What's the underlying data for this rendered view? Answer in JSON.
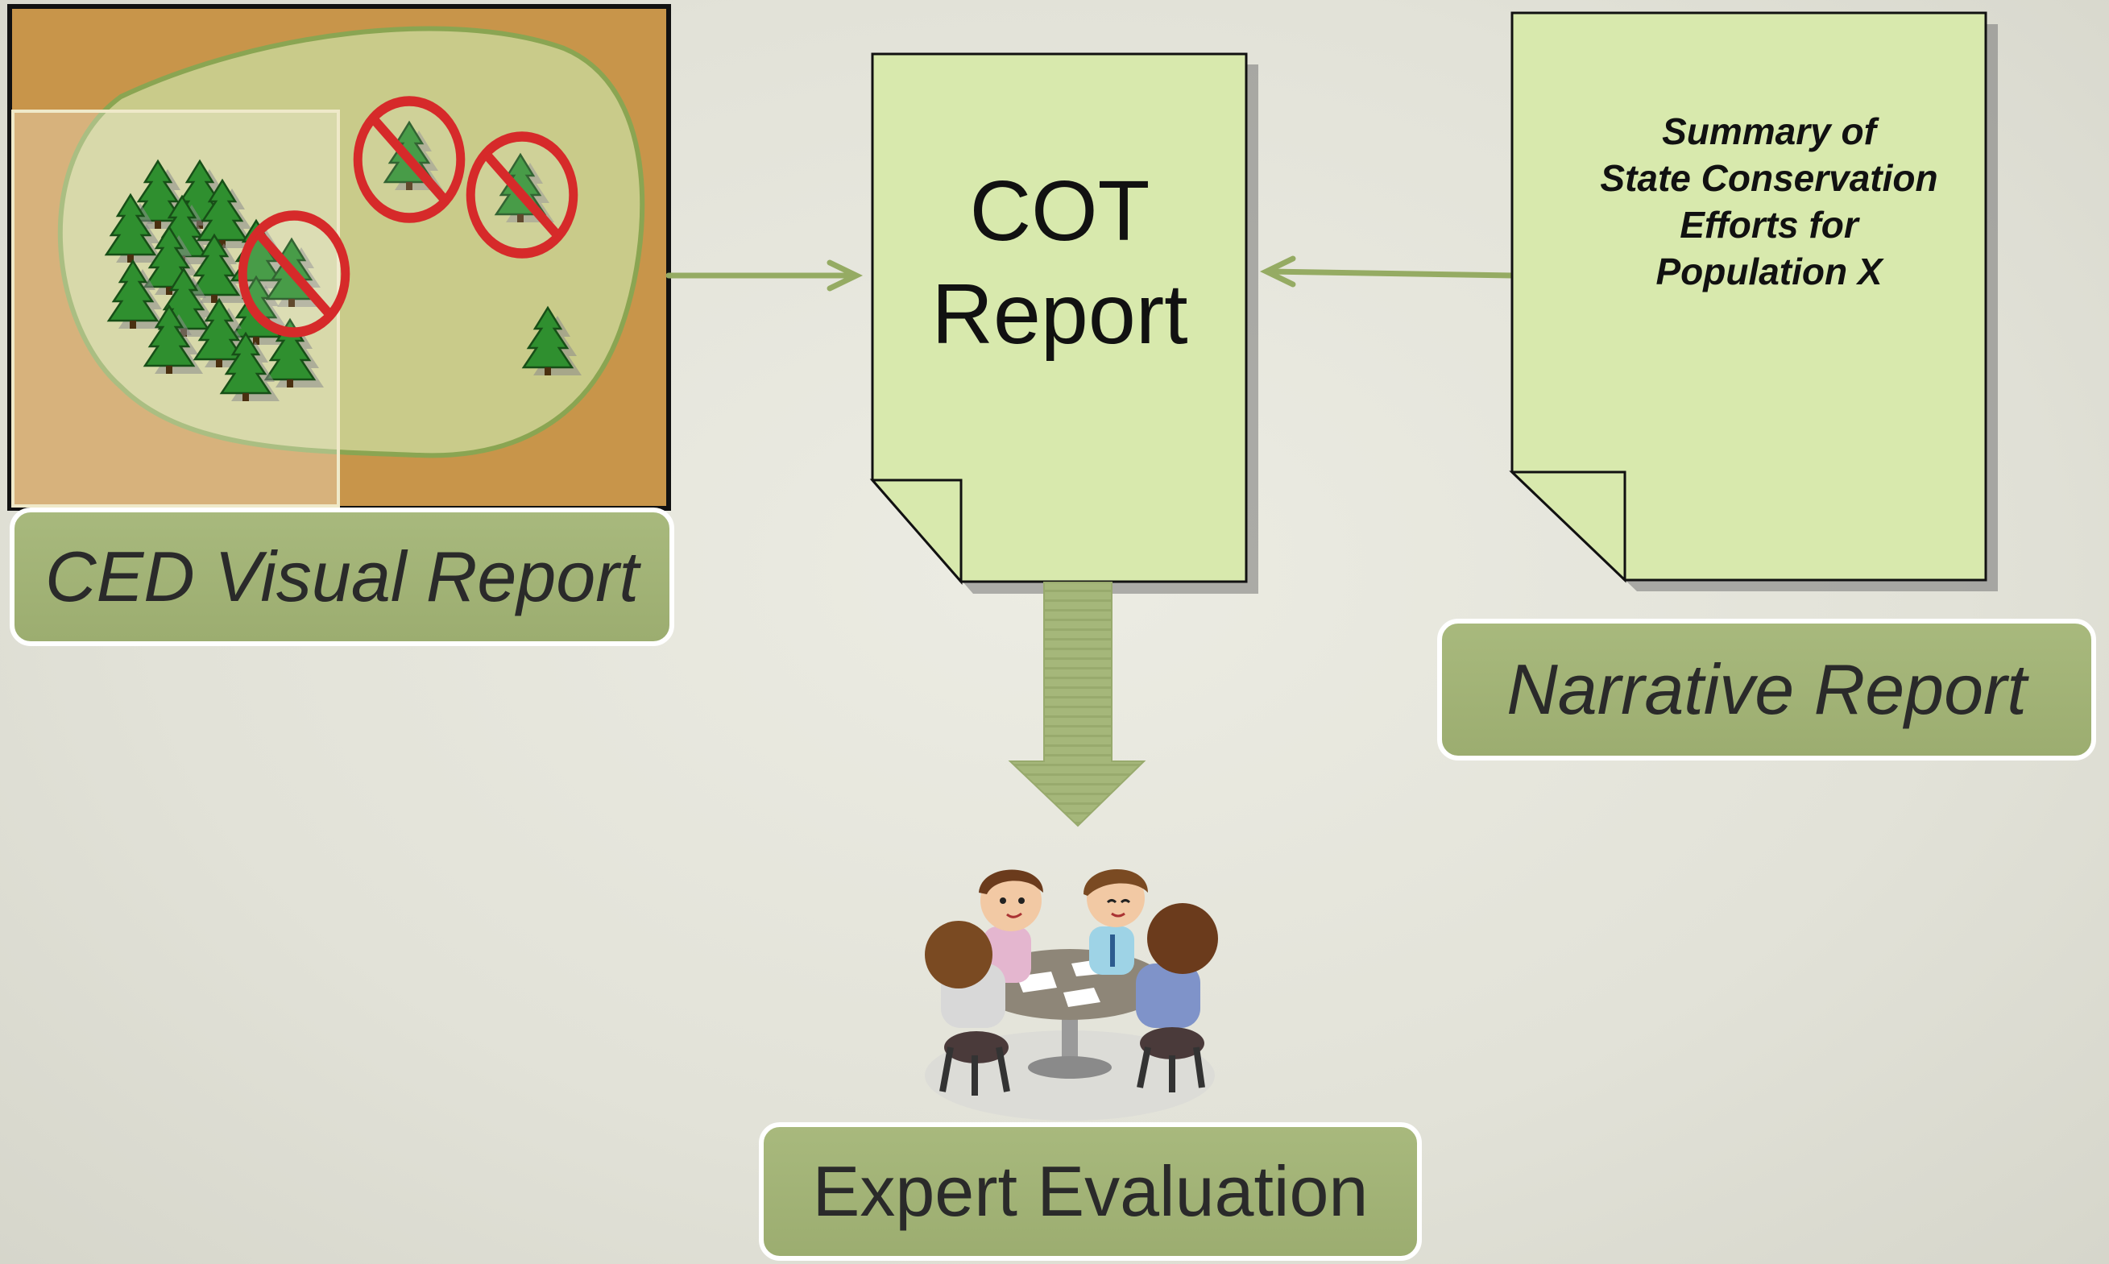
{
  "ced_panel": {
    "label": "CED Visual Report",
    "colors": {
      "background": "#c8954a",
      "region": "#c9cf8f",
      "region_border": "#8aa552",
      "tree": "#2f8f2f",
      "prohibited": "#d62a2a"
    },
    "icons": [
      "tree-icon",
      "prohibited-icon"
    ]
  },
  "cot_report": {
    "title_line1": "COT",
    "title_line2": "Report",
    "color": "#d8e9ad"
  },
  "narrative_document": {
    "lines": [
      "Summary of",
      "State Conservation",
      "Efforts for",
      "Population X"
    ],
    "color": "#d8e9ad"
  },
  "narrative_label": "Narrative Report",
  "expert_label": "Expert Evaluation",
  "colors": {
    "accent": "#9bae6f",
    "arrow": "#95ab63",
    "label_text": "#2a2a2a"
  },
  "icons": {
    "meeting": "meeting-people-icon",
    "down_arrow": "down-arrow-icon"
  }
}
